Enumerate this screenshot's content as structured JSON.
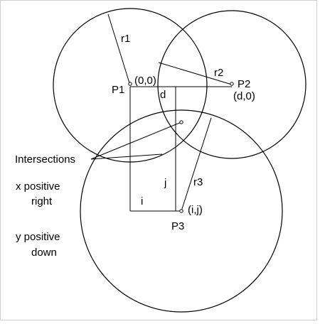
{
  "diagram": {
    "circle_labels": {
      "p1": "P1",
      "p2": "P2",
      "p3": "P3"
    },
    "coordinate_labels": {
      "origin": "(0,0)",
      "p2": "(d,0)",
      "p3": "(i,j)"
    },
    "radius_labels": {
      "r1": "r1",
      "r2": "r2",
      "r3": "r3"
    },
    "distance_labels": {
      "d": "d",
      "i": "i",
      "j": "j"
    },
    "annotations": {
      "intersections": "Intersections",
      "x_axis_line1": "x positive",
      "x_axis_line2": "right",
      "y_axis_line1": "y positive",
      "y_axis_line2": "down"
    }
  }
}
